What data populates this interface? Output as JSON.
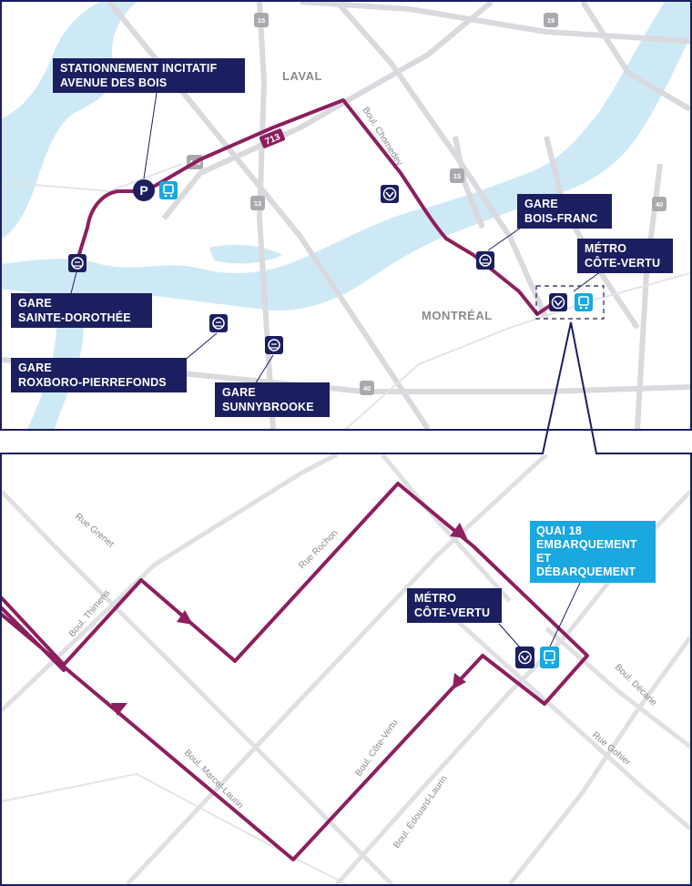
{
  "overview": {
    "areas": {
      "laval": "LAVAL",
      "montreal": "MONTRÉAL"
    },
    "highways": {
      "a15_top": "15",
      "a19": "19",
      "a440": "440",
      "a13": "13",
      "a15_mid": "15",
      "a40_right": "40",
      "a40_bottom": "40"
    },
    "route_number": "713",
    "streets": {
      "chomedey": "Boul. Chomedey"
    },
    "labels": {
      "park_ride": [
        "STATIONNEMENT INCITATIF",
        "AVENUE DES BOIS"
      ],
      "sainte_dorothee": [
        "GARE",
        "SAINTE-DOROTHÉE"
      ],
      "roxboro": [
        "GARE",
        "ROXBORO-PIERREFONDS"
      ],
      "sunnybrooke": [
        "GARE",
        "SUNNYBROOKE"
      ],
      "bois_franc": [
        "GARE",
        "BOIS-FRANC"
      ],
      "cote_vertu": [
        "MÉTRO",
        "CÔTE-VERTU"
      ]
    },
    "icons": {
      "parking": "P"
    }
  },
  "detail": {
    "streets": {
      "grenet": "Rue Grenet",
      "thimens": "Boul. Thimens",
      "rochon": "Rue Rochon",
      "marcel_laurin": "Boul. Marcel-Laurin",
      "cote_vertu": "Boul. Côte-Vertu",
      "edouard_laurin": "Boul. Édouard-Laurin",
      "decarie": "Boul. Décarie",
      "gohier": "Rue Gohier"
    },
    "labels": {
      "quai": [
        "QUAI 18",
        "EMBARQUEMENT",
        "ET",
        "DÉBARQUEMENT"
      ],
      "metro": [
        "MÉTRO",
        "CÔTE-VERTU"
      ]
    }
  },
  "colors": {
    "route": "#8d1f5e",
    "label_navy": "#1b1f5f",
    "bus_cyan": "#19a8e0",
    "water": "#cde9f6"
  }
}
